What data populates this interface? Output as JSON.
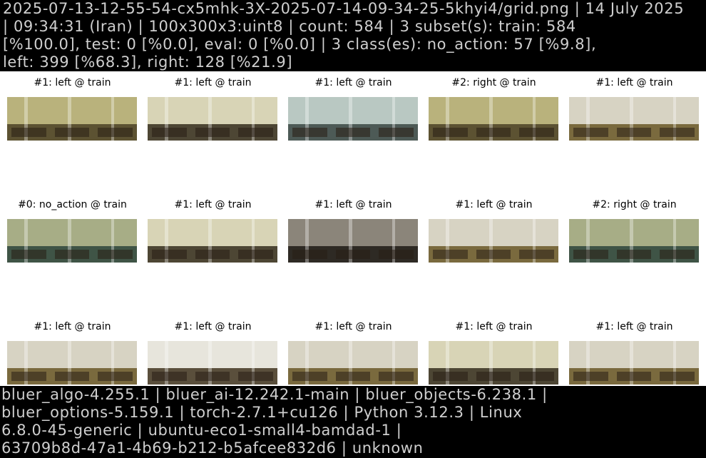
{
  "header": {
    "lines": [
      "2025-07-13-12-55-54-cx5mhk-3X-2025-07-14-09-34-25-5khyi4/grid.png | 14 July 2025",
      "| 09:34:31 (Iran) | 100x300x3:uint8 | count: 584 | 3 subset(s): train: 584",
      "[%100.0], test: 0 [%0.0], eval: 0 [%0.0] | 3 class(es): no_action: 57 [%9.8],",
      "left: 399 [%68.3], right: 128 [%21.9]"
    ]
  },
  "grid": {
    "cells": [
      {
        "label": "#1: left @ train",
        "tone": "olive"
      },
      {
        "label": "#1: left @ train",
        "tone": "bright"
      },
      {
        "label": "#1: left @ train",
        "tone": "blue"
      },
      {
        "label": "#2: right @ train",
        "tone": "olive"
      },
      {
        "label": "#1: left @ train",
        "tone": "door"
      },
      {
        "label": "#0: no_action @ train",
        "tone": "green"
      },
      {
        "label": "#1: left @ train",
        "tone": "bright"
      },
      {
        "label": "#1: left @ train",
        "tone": "dark"
      },
      {
        "label": "#1: left @ train",
        "tone": "door"
      },
      {
        "label": "#2: right @ train",
        "tone": "green"
      },
      {
        "label": "#1: left @ train",
        "tone": "door"
      },
      {
        "label": "#1: left @ train",
        "tone": "radiator"
      },
      {
        "label": "#1: left @ train",
        "tone": "door"
      },
      {
        "label": "#1: left @ train",
        "tone": "bright"
      },
      {
        "label": "#1: left @ train",
        "tone": "door"
      }
    ]
  },
  "footer": {
    "lines": [
      "bluer_algo-4.255.1 | bluer_ai-12.242.1-main | bluer_objects-6.238.1 |",
      "bluer_options-5.159.1 | torch-2.7.1+cu126 | Python 3.12.3 | Linux",
      "6.8.0-45-generic | ubuntu-eco1-small4-bamdad-1 |",
      "63709b8d-47a1-4b69-b212-b5afcee832d6 | unknown"
    ]
  },
  "colors": {
    "olive": {
      "wall": "#b9b27c",
      "floor": "#5c5232"
    },
    "bright": {
      "wall": "#d8d4b6",
      "floor": "#4d4634"
    },
    "blue": {
      "wall": "#b9c8c2",
      "floor": "#4d5a56"
    },
    "door": {
      "wall": "#d7d3c3",
      "floor": "#7a6a3e"
    },
    "green": {
      "wall": "#a7ad86",
      "floor": "#3f5446"
    },
    "dark": {
      "wall": "#8b857a",
      "floor": "#2e2a24"
    },
    "radiator": {
      "wall": "#e7e5dc",
      "floor": "#5a4f3c"
    }
  }
}
